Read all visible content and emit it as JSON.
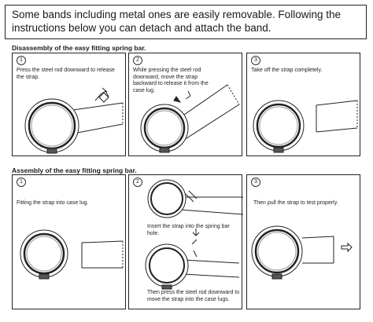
{
  "intro_text": "Some bands including metal ones are easily removable. Following the instructions below you can detach and attach the band.",
  "disassembly": {
    "title": "Disassembly of the easy fitting spring bar.",
    "steps": [
      {
        "num": "1",
        "text": "Press the steel rod downward to release the strap."
      },
      {
        "num": "2",
        "text": "While pressing the steel rod downward, move the strap backward to release it from the case lug."
      },
      {
        "num": "3",
        "text": "Take off the strap completely."
      }
    ]
  },
  "assembly": {
    "title": "Assembly of the easy fitting spring bar.",
    "steps": [
      {
        "num": "1",
        "text": "Fitting the strap into case lug."
      },
      {
        "num": "2",
        "text": "Insert the strap into the spring bar hole.",
        "text2": "Then press the steel rod downward to move the strap into the case lugs."
      },
      {
        "num": "3",
        "text": "Then pull the strap to test properly."
      }
    ]
  }
}
